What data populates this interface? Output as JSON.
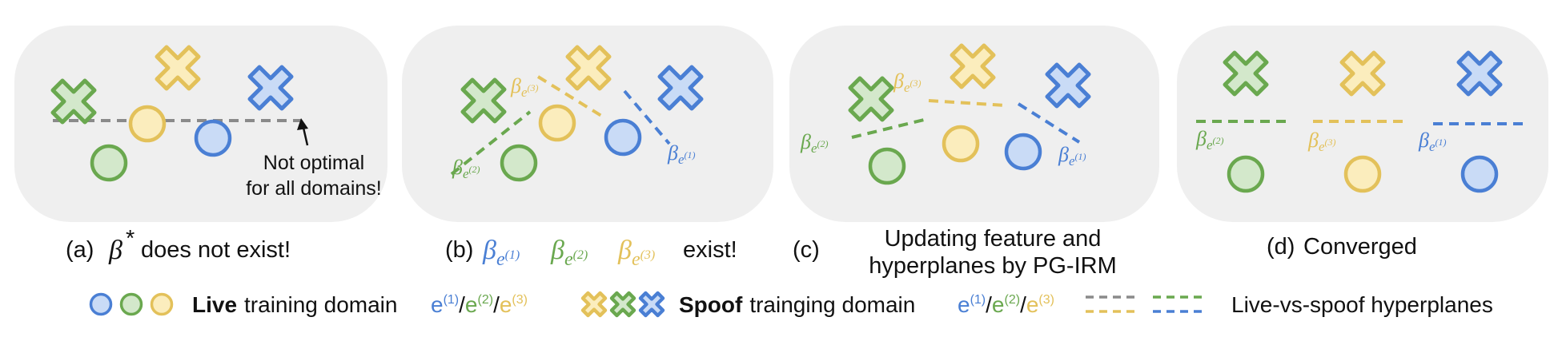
{
  "colors": {
    "panel_bg": "#efefef",
    "green_stroke": "#6aa84f",
    "green_fill": "#d3e8cb",
    "yellow_stroke": "#e3c15a",
    "yellow_fill": "#fbedbd",
    "blue_stroke": "#4a7fd4",
    "blue_fill": "#c9dbf6",
    "gray_line": "#8a8a8a"
  },
  "icons": {
    "live": "circle-icon",
    "spoof": "cross-icon"
  },
  "panels": {
    "a": {
      "caption_prefix": "(a)",
      "caption_symbol": "β",
      "caption_sup": "*",
      "caption_suffix": "does not exist!",
      "note_line1": "Not optimal",
      "note_line2": "for all domains!"
    },
    "b": {
      "caption_prefix": "(b)",
      "caption_suffix": "exist!",
      "labels": {
        "beta": "β",
        "sub_e": "e",
        "sup_1": "(1)",
        "sup_2": "(2)",
        "sup_3": "(3)"
      }
    },
    "c": {
      "caption_prefix": "(c)",
      "caption_line1": "Updating feature and",
      "caption_line2": "hyperplanes by PG-IRM"
    },
    "d": {
      "caption_prefix": "(d)",
      "caption_text": "Converged"
    }
  },
  "legend": {
    "live_bold": "Live",
    "live_rest": "training domain",
    "spoof_bold": "Spoof",
    "spoof_rest": "trainging domain",
    "e1": "e",
    "e1_sup": "(1)",
    "e2": "e",
    "e2_sup": "(2)",
    "e3": "e",
    "e3_sup": "(3)",
    "slash": "/",
    "hyperplanes": "Live-vs-spoof hyperplanes"
  }
}
